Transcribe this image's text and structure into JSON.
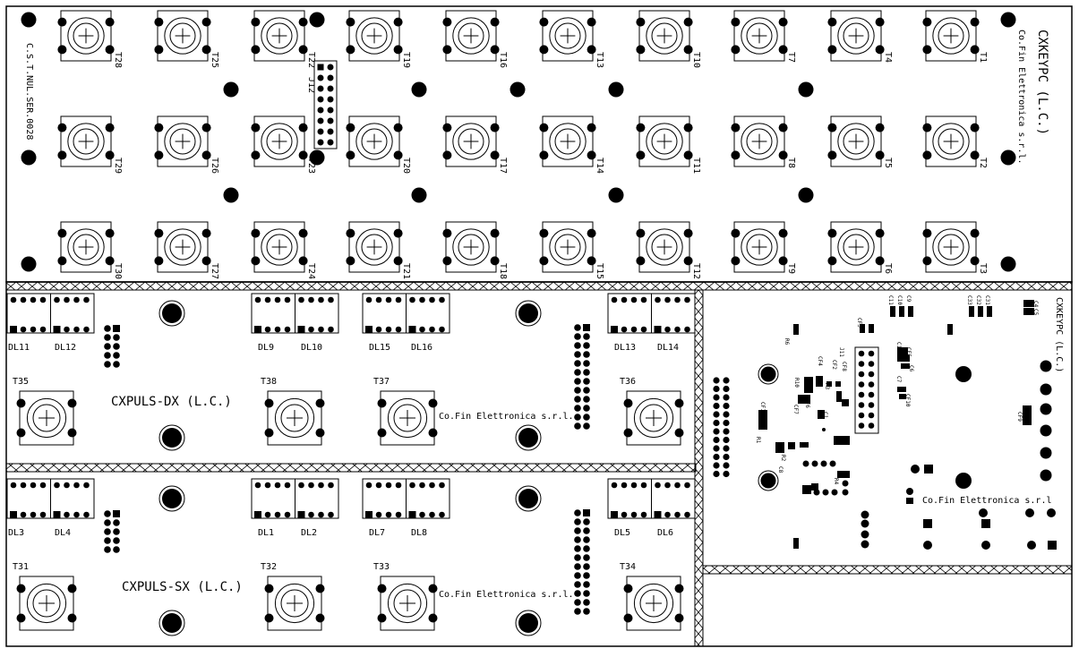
{
  "board": {
    "top_title": "CXKEYPC (L.C.)",
    "top_company": "Co.Fin Elettronica s.r.l.",
    "top_serial": "C.S.T.NUL.SER.0028",
    "connector_top": "J12",
    "right_title": "CXKEYPC (L.C.)",
    "right_company": "Co.Fin Elettronica s.r.l"
  },
  "top_buttons": [
    [
      "T28",
      "T25",
      "T22",
      "T19",
      "T16",
      "T13",
      "T10",
      "T7",
      "T4",
      "T1"
    ],
    [
      "T29",
      "T26",
      "T23",
      "T20",
      "T17",
      "T14",
      "T11",
      "T8",
      "T5",
      "T2"
    ],
    [
      "T30",
      "T27",
      "T24",
      "T21",
      "T18",
      "T15",
      "T12",
      "T9",
      "T6",
      "T3"
    ]
  ],
  "panel_dx": {
    "title": "CXPULS-DX (L.C.)",
    "company": "Co.Fin Elettronica s.r.l.",
    "leds": [
      "DL11",
      "DL12",
      "DL9",
      "DL10",
      "DL15",
      "DL16",
      "DL13",
      "DL14"
    ],
    "buttons": [
      "T35",
      "T38",
      "T37",
      "T36"
    ]
  },
  "panel_sx": {
    "title": "CXPULS-SX (L.C.)",
    "company": "Co.Fin Elettronica s.r.l.",
    "leds": [
      "DL3",
      "DL4",
      "DL1",
      "DL2",
      "DL7",
      "DL8",
      "DL5",
      "DL6"
    ],
    "buttons": [
      "T31",
      "T32",
      "T33",
      "T34"
    ]
  },
  "smd_labels": [
    "C11",
    "C10",
    "C9",
    "C33",
    "C32",
    "C31",
    "C4",
    "C5",
    "CF3",
    "J11",
    "C14",
    "C6",
    "C7",
    "CF10",
    "CF5",
    "R6",
    "CF4",
    "CF2",
    "R10",
    "CF8",
    "R3",
    "CF6",
    "CF7",
    "C1",
    "CF1",
    "R1",
    "R2",
    "C8",
    "R4",
    "CF9"
  ]
}
